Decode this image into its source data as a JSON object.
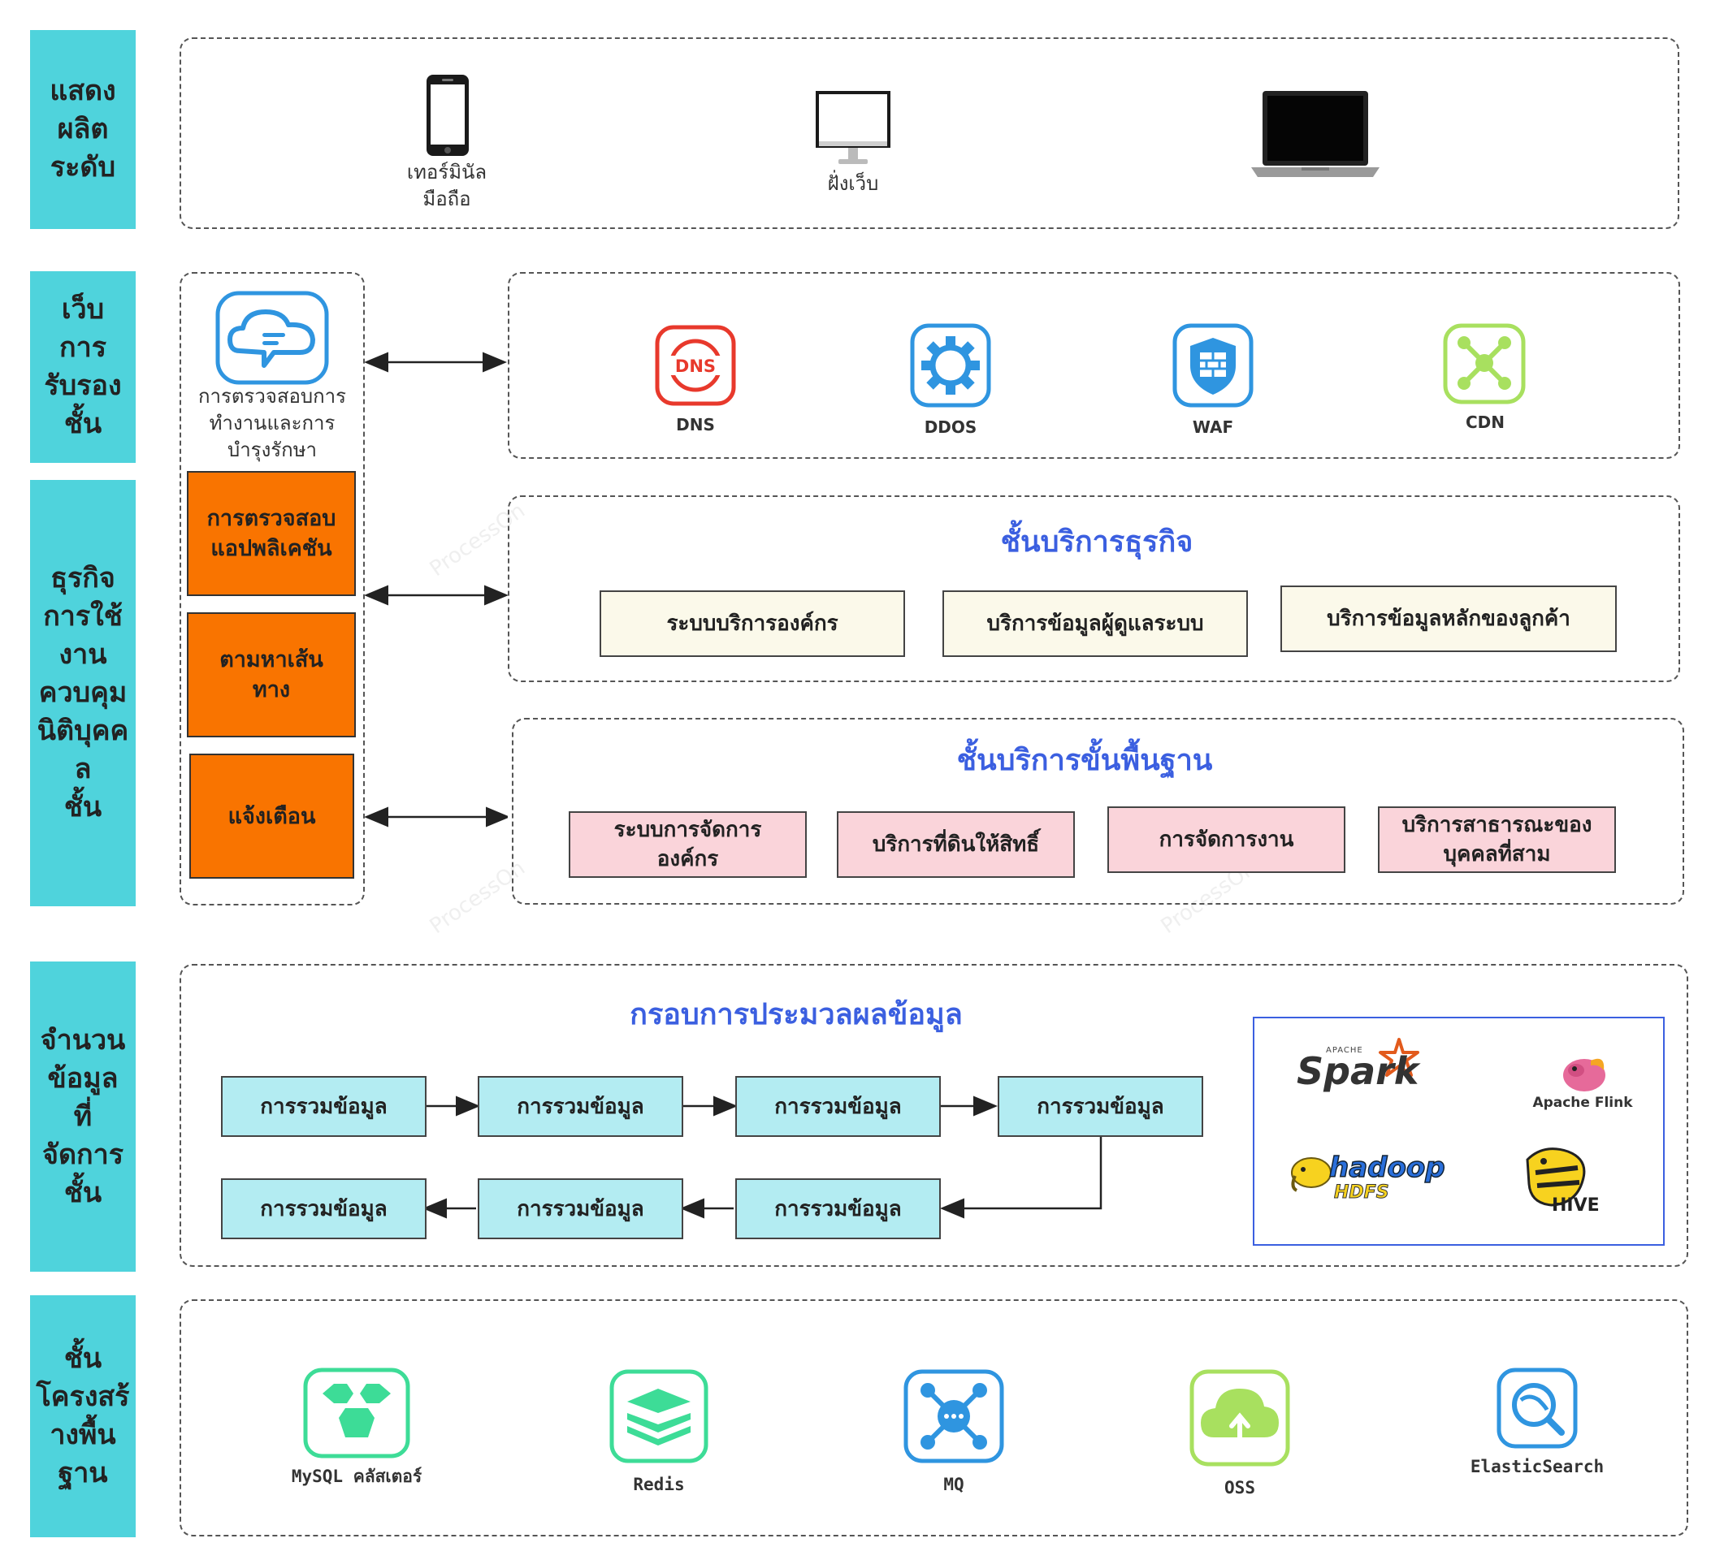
{
  "layers": {
    "display": "แสดง\nผลิต\nระดับ",
    "web_access": "เว็บ\nการ\nรับรอง\nชั้น",
    "business": "ธุรกิจ\nการใช้\nงาน\nควบคุม\nนิติบุคค\nล\nชั้น",
    "data": "จำนวน\nข้อมูล\nที่\nจัดการ\nชั้น",
    "infra": "ชั้น\nโครงสร้\nางพื้น\nฐาน"
  },
  "display_row": {
    "mobile": "เทอร์มินัล\nมือถือ",
    "web": "ฝั่งเว็บ"
  },
  "ops": {
    "caption": "การตรวจสอบการ\nทำงานและการ\nบำรุงรักษา",
    "items": [
      "การตรวจสอบ\nแอปพลิเคชัน",
      "ตามหาเส้น\nทาง",
      "แจ้งเตือน"
    ]
  },
  "access_services": [
    "DNS",
    "DDOS",
    "WAF",
    "CDN"
  ],
  "dns_badge": "DNS",
  "business_services": {
    "title": "ชั้นบริการธุรกิจ",
    "items": [
      "ระบบบริการองค์กร",
      "บริการข้อมูลผู้ดูแลระบบ",
      "บริการข้อมูลหลักของลูกค้า"
    ]
  },
  "base_services": {
    "title": "ชั้นบริการขั้นพื้นฐาน",
    "items": [
      "ระบบการจัดการ\nองค์กร",
      "บริการที่ดินให้สิทธิ์",
      "การจัดการงาน",
      "บริการสาธารณะของ\nบุคคลที่สาม"
    ]
  },
  "processing": {
    "title": "กรอบการประมวลผลข้อมูล",
    "step": "การรวมข้อมูล",
    "logos": {
      "spark_small": "APACHE",
      "spark": "Spark",
      "flink": "Apache Flink",
      "hadoop": "hadoop",
      "hdfs": "HDFS",
      "hive": "HIVE"
    }
  },
  "infrastructure": [
    "MySQL คลัสเตอร์",
    "Redis",
    "MQ",
    "OSS",
    "ElasticSearch"
  ],
  "watermark": "ProcessOn",
  "colors": {
    "layer_label": "#4fd3dc",
    "ops_orange": "#f97400",
    "title_blue": "#3b5fe0",
    "business_box": "#fbf9ea",
    "base_box": "#fad4da",
    "process_box": "#b3ecf2"
  }
}
